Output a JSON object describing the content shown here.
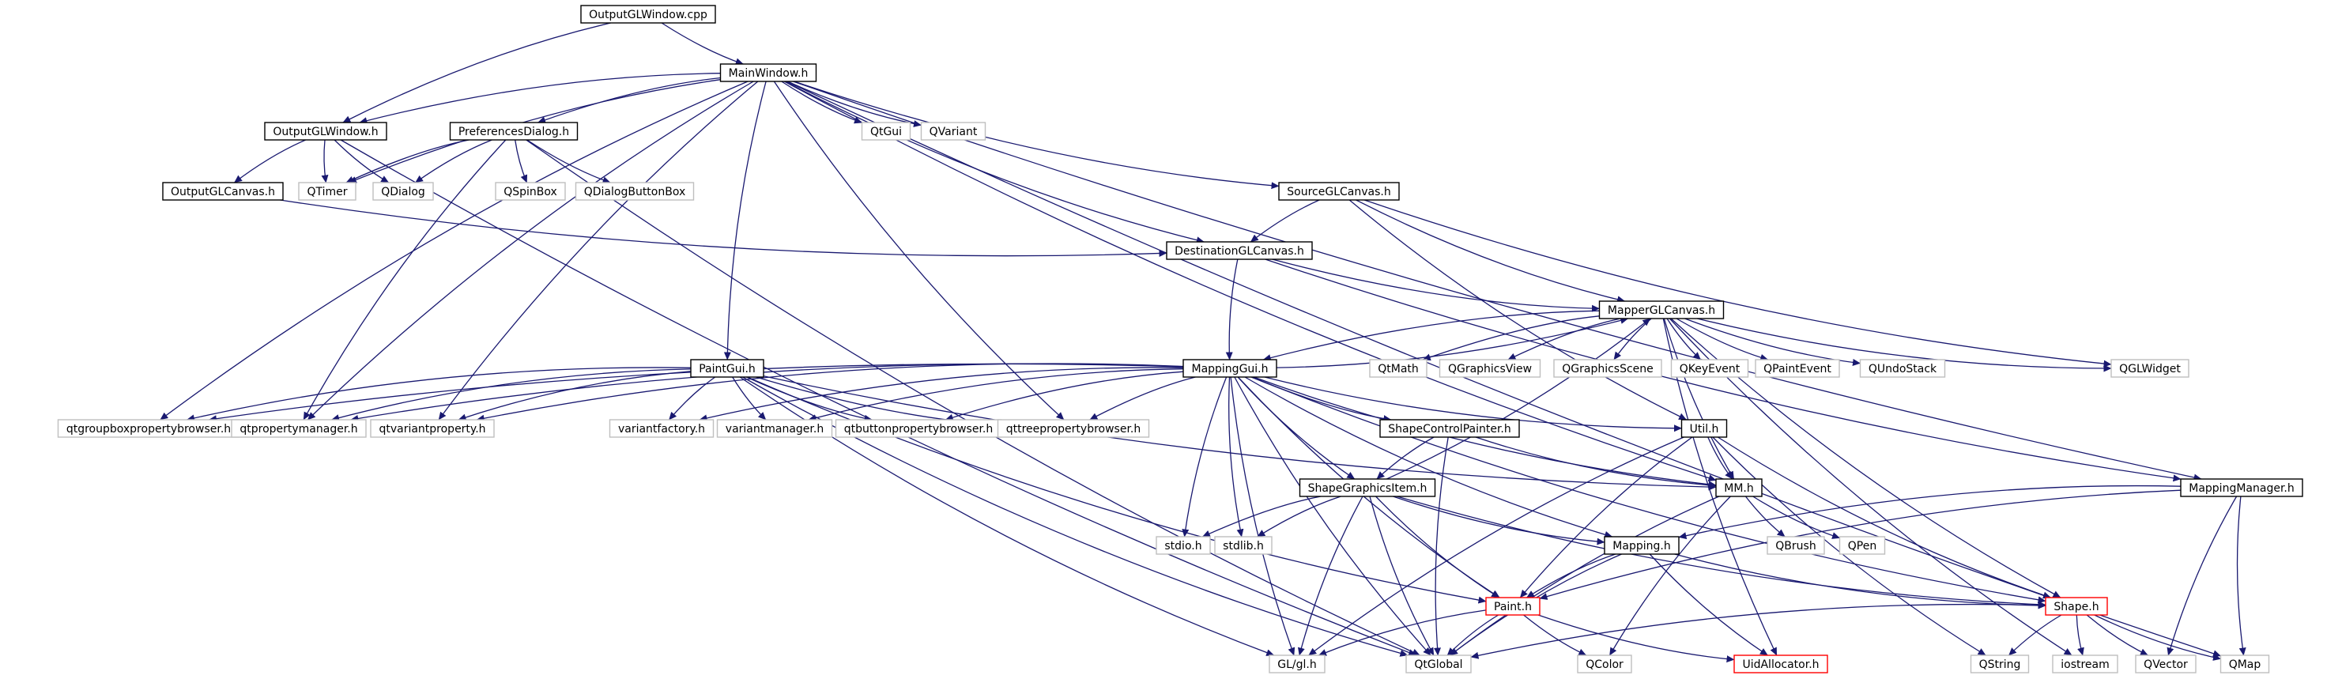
{
  "colors": {
    "edge": "#191970",
    "documented_border": "#000000",
    "undocumented_border": "#bfbfbf",
    "truncated_border": "#ff0000",
    "focus_fill": "#bfbfbf"
  },
  "nodes": {
    "outputglwindow_cpp": {
      "label": "OutputGLWindow.cpp",
      "kind": "focus"
    },
    "mainwindow_h": {
      "label": "MainWindow.h",
      "kind": "doc"
    },
    "outputglwindow_h": {
      "label": "OutputGLWindow.h",
      "kind": "doc"
    },
    "preferencesdialog_h": {
      "label": "PreferencesDialog.h",
      "kind": "doc"
    },
    "qtgui": {
      "label": "QtGui",
      "kind": "ext"
    },
    "qvariant": {
      "label": "QVariant",
      "kind": "ext"
    },
    "outputglcanvas_h": {
      "label": "OutputGLCanvas.h",
      "kind": "doc"
    },
    "qtimer": {
      "label": "QTimer",
      "kind": "ext"
    },
    "qdialog": {
      "label": "QDialog",
      "kind": "ext"
    },
    "qspinbox": {
      "label": "QSpinBox",
      "kind": "ext"
    },
    "qdialogbuttonbox": {
      "label": "QDialogButtonBox",
      "kind": "ext"
    },
    "sourceglcanvas_h": {
      "label": "SourceGLCanvas.h",
      "kind": "doc"
    },
    "destinationglcanvas_h": {
      "label": "DestinationGLCanvas.h",
      "kind": "doc"
    },
    "mapperglcanvas_h": {
      "label": "MapperGLCanvas.h",
      "kind": "doc"
    },
    "paintgui_h": {
      "label": "PaintGui.h",
      "kind": "doc"
    },
    "mappinggui_h": {
      "label": "MappingGui.h",
      "kind": "doc"
    },
    "qtmath": {
      "label": "QtMath",
      "kind": "ext"
    },
    "qgraphicsview": {
      "label": "QGraphicsView",
      "kind": "ext"
    },
    "qgraphicsscene": {
      "label": "QGraphicsScene",
      "kind": "ext"
    },
    "qkeyevent": {
      "label": "QKeyEvent",
      "kind": "ext"
    },
    "qpaintevent": {
      "label": "QPaintEvent",
      "kind": "ext"
    },
    "qundostack": {
      "label": "QUndoStack",
      "kind": "ext"
    },
    "qglwidget": {
      "label": "QGLWidget",
      "kind": "ext"
    },
    "qtgroupboxpropertybrowser_h": {
      "label": "qtgroupboxpropertybrowser.h",
      "kind": "ext"
    },
    "qtpropertymanager_h": {
      "label": "qtpropertymanager.h",
      "kind": "ext"
    },
    "qtvariantproperty_h": {
      "label": "qtvariantproperty.h",
      "kind": "ext"
    },
    "variantfactory_h": {
      "label": "variantfactory.h",
      "kind": "ext"
    },
    "variantmanager_h": {
      "label": "variantmanager.h",
      "kind": "ext"
    },
    "qtbuttonpropertybrowser_h": {
      "label": "qtbuttonpropertybrowser.h",
      "kind": "ext"
    },
    "qttreepropertybrowser_h": {
      "label": "qttreepropertybrowser.h",
      "kind": "ext"
    },
    "shapecontrolpainter_h": {
      "label": "ShapeControlPainter.h",
      "kind": "doc"
    },
    "util_h": {
      "label": "Util.h",
      "kind": "doc"
    },
    "shapegraphicsitem_h": {
      "label": "ShapeGraphicsItem.h",
      "kind": "doc"
    },
    "mm_h": {
      "label": "MM.h",
      "kind": "doc"
    },
    "mappingmanager_h": {
      "label": "MappingManager.h",
      "kind": "doc"
    },
    "stdio_h": {
      "label": "stdio.h",
      "kind": "ext"
    },
    "stdlib_h": {
      "label": "stdlib.h",
      "kind": "ext"
    },
    "mapping_h": {
      "label": "Mapping.h",
      "kind": "doc"
    },
    "qbrush": {
      "label": "QBrush",
      "kind": "ext"
    },
    "qpen": {
      "label": "QPen",
      "kind": "ext"
    },
    "paint_h": {
      "label": "Paint.h",
      "kind": "trunc"
    },
    "shape_h": {
      "label": "Shape.h",
      "kind": "trunc"
    },
    "uidallocator_h": {
      "label": "UidAllocator.h",
      "kind": "trunc"
    },
    "gl_gl_h": {
      "label": "GL/gl.h",
      "kind": "ext"
    },
    "qtglobal": {
      "label": "QtGlobal",
      "kind": "ext"
    },
    "qcolor": {
      "label": "QColor",
      "kind": "ext"
    },
    "qstring": {
      "label": "QString",
      "kind": "ext"
    },
    "iostream": {
      "label": "iostream",
      "kind": "ext"
    },
    "qvector": {
      "label": "QVector",
      "kind": "ext"
    },
    "qmap": {
      "label": "QMap",
      "kind": "ext"
    }
  },
  "edges": [
    [
      "outputglwindow_cpp",
      "mainwindow_h"
    ],
    [
      "outputglwindow_cpp",
      "outputglwindow_h"
    ],
    [
      "mainwindow_h",
      "outputglwindow_h"
    ],
    [
      "mainwindow_h",
      "preferencesdialog_h"
    ],
    [
      "mainwindow_h",
      "qtgui"
    ],
    [
      "mainwindow_h",
      "qvariant"
    ],
    [
      "mainwindow_h",
      "qtimer"
    ],
    [
      "mainwindow_h",
      "sourceglcanvas_h"
    ],
    [
      "mainwindow_h",
      "destinationglcanvas_h"
    ],
    [
      "mainwindow_h",
      "paintgui_h"
    ],
    [
      "mainwindow_h",
      "qtgroupboxpropertybrowser_h"
    ],
    [
      "mainwindow_h",
      "qtpropertymanager_h"
    ],
    [
      "mainwindow_h",
      "qtvariantproperty_h"
    ],
    [
      "mainwindow_h",
      "qttreepropertybrowser_h"
    ],
    [
      "mainwindow_h",
      "mm_h"
    ],
    [
      "mainwindow_h",
      "mappingmanager_h"
    ],
    [
      "mainwindow_h",
      "qmap"
    ],
    [
      "outputglwindow_h",
      "outputglcanvas_h"
    ],
    [
      "outputglwindow_h",
      "qtimer"
    ],
    [
      "outputglwindow_h",
      "qdialog"
    ],
    [
      "outputglwindow_h",
      "qtglobal"
    ],
    [
      "preferencesdialog_h",
      "qtimer"
    ],
    [
      "preferencesdialog_h",
      "qdialog"
    ],
    [
      "preferencesdialog_h",
      "qspinbox"
    ],
    [
      "preferencesdialog_h",
      "qdialogbuttonbox"
    ],
    [
      "preferencesdialog_h",
      "qtpropertymanager_h"
    ],
    [
      "preferencesdialog_h",
      "qtglobal"
    ],
    [
      "outputglcanvas_h",
      "destinationglcanvas_h"
    ],
    [
      "sourceglcanvas_h",
      "destinationglcanvas_h"
    ],
    [
      "sourceglcanvas_h",
      "mapperglcanvas_h"
    ],
    [
      "sourceglcanvas_h",
      "qglwidget"
    ],
    [
      "sourceglcanvas_h",
      "util_h"
    ],
    [
      "destinationglcanvas_h",
      "mapperglcanvas_h"
    ],
    [
      "destinationglcanvas_h",
      "mappinggui_h"
    ],
    [
      "destinationglcanvas_h",
      "mappingmanager_h"
    ],
    [
      "mapperglcanvas_h",
      "mappinggui_h"
    ],
    [
      "mapperglcanvas_h",
      "qtmath"
    ],
    [
      "mapperglcanvas_h",
      "qgraphicsview"
    ],
    [
      "mapperglcanvas_h",
      "qgraphicsscene"
    ],
    [
      "mapperglcanvas_h",
      "qkeyevent"
    ],
    [
      "mapperglcanvas_h",
      "qpaintevent"
    ],
    [
      "mapperglcanvas_h",
      "qundostack"
    ],
    [
      "mapperglcanvas_h",
      "qglwidget"
    ],
    [
      "mapperglcanvas_h",
      "mm_h"
    ],
    [
      "mapperglcanvas_h",
      "shape_h"
    ],
    [
      "mapperglcanvas_h",
      "uidallocator_h"
    ],
    [
      "mapperglcanvas_h",
      "iostream"
    ],
    [
      "paintgui_h",
      "qtgroupboxpropertybrowser_h"
    ],
    [
      "paintgui_h",
      "qtpropertymanager_h"
    ],
    [
      "paintgui_h",
      "qtvariantproperty_h"
    ],
    [
      "paintgui_h",
      "variantfactory_h"
    ],
    [
      "paintgui_h",
      "variantmanager_h"
    ],
    [
      "paintgui_h",
      "qtbuttonpropertybrowser_h"
    ],
    [
      "paintgui_h",
      "qttreepropertybrowser_h"
    ],
    [
      "paintgui_h",
      "mm_h"
    ],
    [
      "paintgui_h",
      "paint_h"
    ],
    [
      "paintgui_h",
      "gl_gl_h"
    ],
    [
      "paintgui_h",
      "qtglobal"
    ],
    [
      "mappinggui_h",
      "mapperglcanvas_h"
    ],
    [
      "mappinggui_h",
      "qtgroupboxpropertybrowser_h"
    ],
    [
      "mappinggui_h",
      "qtpropertymanager_h"
    ],
    [
      "mappinggui_h",
      "qtvariantproperty_h"
    ],
    [
      "mappinggui_h",
      "variantfactory_h"
    ],
    [
      "mappinggui_h",
      "variantmanager_h"
    ],
    [
      "mappinggui_h",
      "qtbuttonpropertybrowser_h"
    ],
    [
      "mappinggui_h",
      "qttreepropertybrowser_h"
    ],
    [
      "mappinggui_h",
      "shapecontrolpainter_h"
    ],
    [
      "mappinggui_h",
      "util_h"
    ],
    [
      "mappinggui_h",
      "shapegraphicsitem_h"
    ],
    [
      "mappinggui_h",
      "mm_h"
    ],
    [
      "mappinggui_h",
      "stdio_h"
    ],
    [
      "mappinggui_h",
      "stdlib_h"
    ],
    [
      "mappinggui_h",
      "mapping_h"
    ],
    [
      "mappinggui_h",
      "paint_h"
    ],
    [
      "mappinggui_h",
      "shape_h"
    ],
    [
      "mappinggui_h",
      "gl_gl_h"
    ],
    [
      "mappinggui_h",
      "qtglobal"
    ],
    [
      "shapecontrolpainter_h",
      "shapegraphicsitem_h"
    ],
    [
      "shapecontrolpainter_h",
      "mm_h"
    ],
    [
      "shapecontrolpainter_h",
      "qtglobal"
    ],
    [
      "shapegraphicsitem_h",
      "mapperglcanvas_h"
    ],
    [
      "shapegraphicsitem_h",
      "stdio_h"
    ],
    [
      "shapegraphicsitem_h",
      "stdlib_h"
    ],
    [
      "shapegraphicsitem_h",
      "mapping_h"
    ],
    [
      "shapegraphicsitem_h",
      "paint_h"
    ],
    [
      "shapegraphicsitem_h",
      "shape_h"
    ],
    [
      "shapegraphicsitem_h",
      "gl_gl_h"
    ],
    [
      "shapegraphicsitem_h",
      "qtglobal"
    ],
    [
      "util_h",
      "mm_h"
    ],
    [
      "util_h",
      "paint_h"
    ],
    [
      "util_h",
      "shape_h"
    ],
    [
      "util_h",
      "gl_gl_h"
    ],
    [
      "util_h",
      "qstring"
    ],
    [
      "mm_h",
      "qbrush"
    ],
    [
      "mm_h",
      "qpen"
    ],
    [
      "mm_h",
      "qcolor"
    ],
    [
      "mm_h",
      "qtglobal"
    ],
    [
      "mappingmanager_h",
      "mapping_h"
    ],
    [
      "mappingmanager_h",
      "paint_h"
    ],
    [
      "mappingmanager_h",
      "qvector"
    ],
    [
      "mappingmanager_h",
      "qmap"
    ],
    [
      "mapping_h",
      "paint_h"
    ],
    [
      "mapping_h",
      "shape_h"
    ],
    [
      "mapping_h",
      "uidallocator_h"
    ],
    [
      "mapping_h",
      "qtglobal"
    ],
    [
      "paint_h",
      "gl_gl_h"
    ],
    [
      "paint_h",
      "qtglobal"
    ],
    [
      "paint_h",
      "qcolor"
    ],
    [
      "paint_h",
      "uidallocator_h"
    ],
    [
      "shape_h",
      "qtglobal"
    ],
    [
      "shape_h",
      "qstring"
    ],
    [
      "shape_h",
      "iostream"
    ],
    [
      "shape_h",
      "qvector"
    ],
    [
      "shape_h",
      "qmap"
    ]
  ]
}
